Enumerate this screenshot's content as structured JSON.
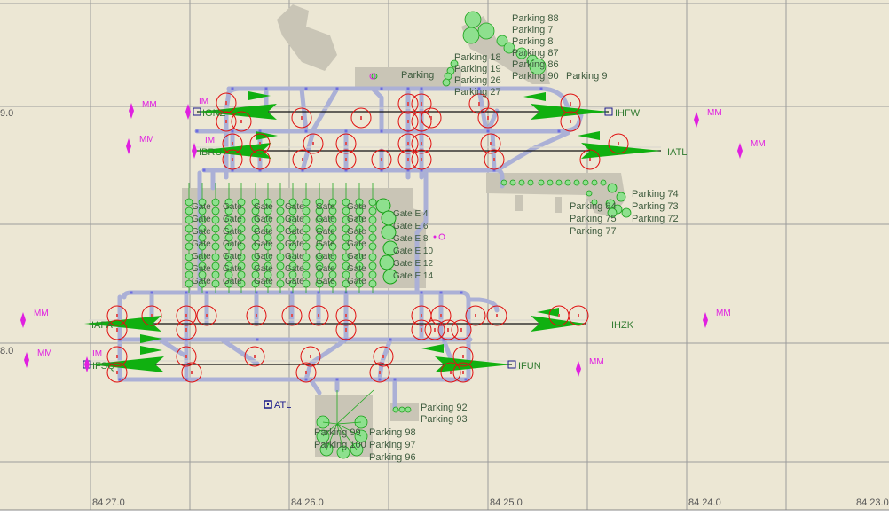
{
  "map": {
    "colors": {
      "ground": "#ece7d4",
      "apron": "#c9c5b6",
      "taxiway": "#abb0d6",
      "node": "#6c6ce0",
      "hold": "#e01010",
      "approach": "#10b010",
      "marker": "#e020e0",
      "grid": "#9c9c9c",
      "ils_box": "#1a1a8a"
    },
    "axis": {
      "lon_labels": [
        "84 27.0",
        "84 26.0",
        "84 25.0",
        "84 24.0",
        "84 23.0"
      ],
      "lat_labels": [
        "9.0",
        "8.0"
      ]
    },
    "airport_label": "ATL",
    "ils": [
      "IGNZ",
      "IHFW",
      "IBRU",
      "IATL",
      "IAFA",
      "IHZK",
      "IFSQ",
      "IFUN"
    ],
    "markers": {
      "mm": "MM",
      "im": "IM"
    },
    "parking": [
      "Parking 88",
      "Parking 7",
      "Parking 8",
      "Parking 87",
      "Parking 86",
      "Parking 90",
      "Parking 9",
      "Parking 18",
      "Parking 19",
      "Parking 26",
      "Parking 27",
      "Parking",
      "Parking 74",
      "Parking 73",
      "Parking 72",
      "Parking 84",
      "Parking 75",
      "Parking 77",
      "Parking 98",
      "Parking 97",
      "Parking 96",
      "Parking 99",
      "Parking 100",
      "Parking 93",
      "Parking 92"
    ],
    "gates": {
      "prefix": "Gate",
      "labels": [
        "Gate E 4",
        "Gate E 6",
        "Gate E 8",
        "Gate E 10",
        "Gate E 12",
        "Gate E 14"
      ]
    }
  }
}
